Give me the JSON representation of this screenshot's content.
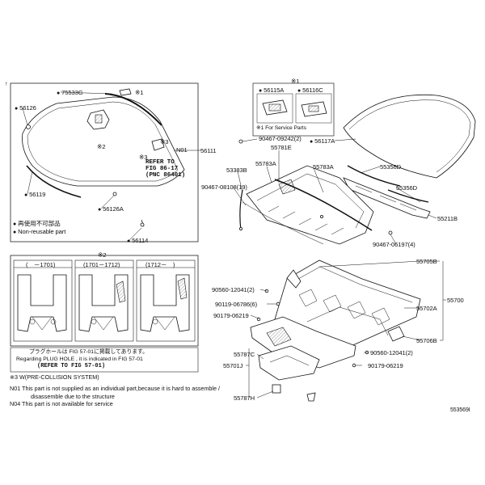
{
  "diagram_id": "553569I",
  "windshield_group": {
    "labels": {
      "part_75533G": "75533G",
      "part_56126": "56126",
      "part_56119": "56119",
      "part_56126A": "56126A",
      "part_56114": "56114",
      "part_56111": "56111",
      "ref_n01": "N01",
      "mark_1": "※1",
      "mark_2": "※2",
      "mark_3": "※3",
      "mark_3b": "※3",
      "refer_line1": "REFER TO",
      "refer_line2": "FIG 86-17",
      "refer_line3": "(PNC 86401)"
    },
    "legend_jp": "再使用不可部品",
    "legend_en": "Non-reusable part"
  },
  "service_box": {
    "mark": "※1",
    "part_a": "56115A",
    "part_b": "56116C",
    "note": "※1 For Service Parts"
  },
  "hood_group": {
    "labels": {
      "part_56117A": "56117A",
      "part_55356D": "55356D",
      "part_55356D_b": "55356D",
      "part_55211B": "55211B",
      "part_90467_06197": "90467-06197(4)"
    }
  },
  "cowl_top_group": {
    "labels": {
      "part_90467_09242": "90467-09242(2)",
      "part_55781E": "55781E",
      "part_55783A_a": "55783A",
      "part_55783A_b": "55783A",
      "part_53383B": "53383B",
      "part_90467_08108": "90467-08108(19)"
    }
  },
  "dash_panel_group": {
    "labels": {
      "part_55705B": "55705B",
      "part_55700": "55700",
      "part_55702A": "55702A",
      "part_55706B": "55706B",
      "part_90560_12041_a": "90560-12041(2)",
      "part_90119_06786": "90119-06786(6)",
      "part_90179_06219_a": "90179-06219",
      "part_90560_12041_b": "90560-12041(2)",
      "part_90179_06219_b": "90179-06219",
      "part_55787C": "55787C",
      "part_55701J": "55701J",
      "part_55787H": "55787H"
    }
  },
  "plug_hole_box": {
    "mark": "※2",
    "periods": [
      "(　－1701)",
      "(1701－1712)",
      "(1712－　)"
    ],
    "note_jp": "プラグホールは FIG 57-01に掲載してあります。",
    "note_en": "Regarding  PLUG HOLE , it is indicated in FIG 57-01",
    "note_ref": "(REFER TO FIG 57-01)"
  },
  "footnotes": {
    "f3": "※3 W(PRE-COLLISION SYSTEM)",
    "n01_line1": "N01  This part is not supplied as an individual part,because it is hard to assemble /",
    "n01_line2": "disassemble due to the structure",
    "n04": "N04  This part is not available for service"
  }
}
